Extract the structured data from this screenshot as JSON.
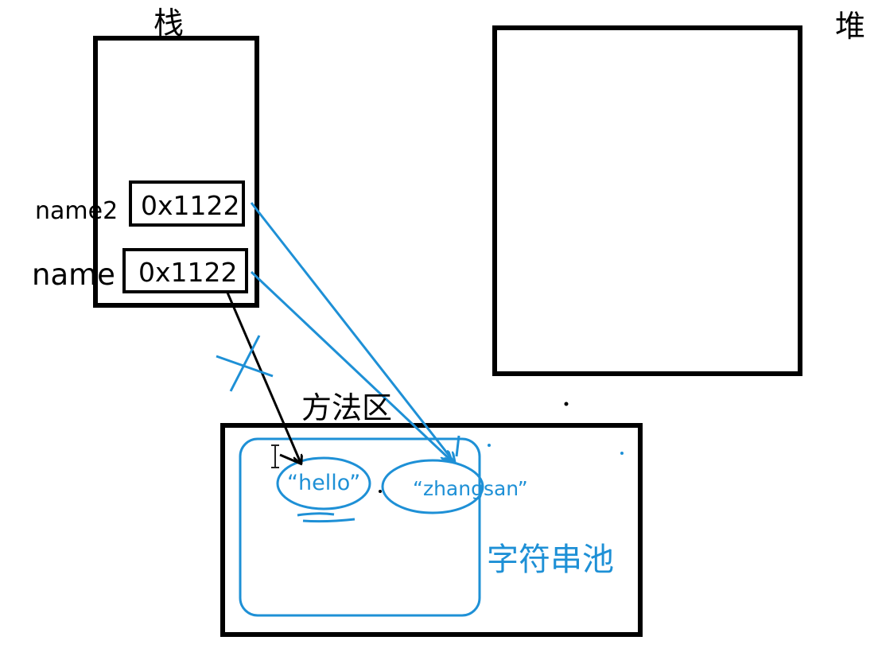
{
  "colors": {
    "ink": "#000000",
    "accent": "#1e90d6"
  },
  "regions": {
    "stack_title": "栈",
    "heap_title": "堆",
    "method_area_title": "方法区",
    "string_pool_title": "字符串池"
  },
  "stack_vars": [
    {
      "name": "name2",
      "value": "0x1122"
    },
    {
      "name": "name",
      "value": "0x1122"
    }
  ],
  "pool_strings": [
    {
      "text": "“hello”"
    },
    {
      "text": "“zhangsan”"
    }
  ]
}
